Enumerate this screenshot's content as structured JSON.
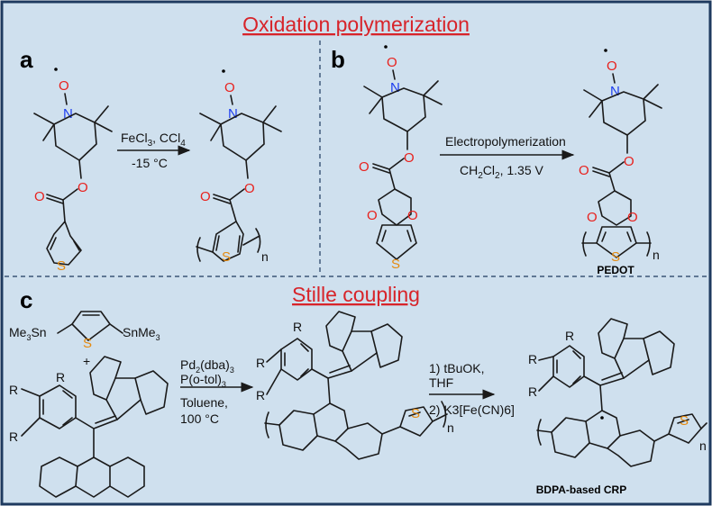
{
  "titles": {
    "top": "Oxidation polymerization",
    "bottom": "Stille coupling"
  },
  "panels": {
    "a": "a",
    "b": "b",
    "c": "c"
  },
  "atoms": {
    "O": "O",
    "N": "N",
    "S": "S",
    "n": "n",
    "R": "R",
    "plus": "+"
  },
  "panel_a": {
    "cond_top_1": "FeCl",
    "sub_3": "3",
    "cond_top_2": ", CCl",
    "sub_4": "4",
    "cond_bottom": "-15 °C"
  },
  "panel_b": {
    "cond_top": "Electropolymerization",
    "cond_bottom_1": "CH",
    "sub_2": "2",
    "cond_bottom_2": "Cl",
    "cond_bottom_3": ", 1.35 V",
    "product": "PEDOT"
  },
  "panel_c": {
    "me3sn_left": "Me",
    "me3sn_sub": "3",
    "me3sn_sn": "Sn",
    "snme3_right": "SnMe",
    "snme3_sub": "3",
    "cond1_l1a": "Pd",
    "cond1_l1s": "2",
    "cond1_l1b": "(dba)",
    "cond1_l1s2": "3",
    "cond1_l2a": "P(o-tol)",
    "cond1_l2s": "3",
    "cond1_l3": "Toluene,",
    "cond1_l4": "100 °C",
    "cond2_l1": "1) tBuOK,",
    "cond2_l2": "THF",
    "cond2_l3": "2) K3[Fe(CN)6]",
    "product": "BDPA-based CRP"
  },
  "colors": {
    "background": "#cfe0ee",
    "frame": "#1e3a5f",
    "title": "#d7242a",
    "oxygen": "#e8211d",
    "nitrogen": "#1c3cf0",
    "sulfur": "#e58a0f"
  }
}
